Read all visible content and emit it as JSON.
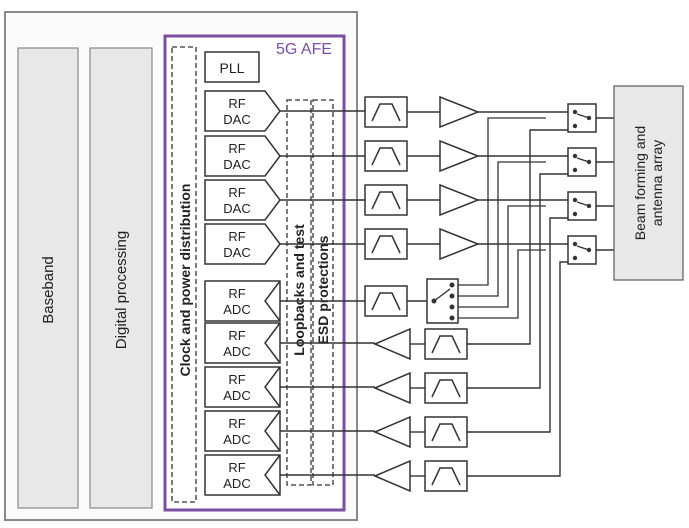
{
  "labels": {
    "baseband": "Baseband",
    "digital_processing": "Digital processing",
    "afe_title": "5G AFE",
    "pll": "PLL",
    "clock_distribution": "Clock and power distribution",
    "loopbacks": "Loopbacks and test",
    "esd": "ESD protections",
    "beam_line1": "Beam forming and",
    "beam_line2": "antenna array"
  },
  "dac_blocks": [
    {
      "line1": "RF",
      "line2": "DAC"
    },
    {
      "line1": "RF",
      "line2": "DAC"
    },
    {
      "line1": "RF",
      "line2": "DAC"
    },
    {
      "line1": "RF",
      "line2": "DAC"
    }
  ],
  "adc_blocks": [
    {
      "line1": "RF",
      "line2": "ADC"
    },
    {
      "line1": "RF",
      "line2": "ADC"
    },
    {
      "line1": "RF",
      "line2": "ADC"
    },
    {
      "line1": "RF",
      "line2": "ADC"
    },
    {
      "line1": "RF",
      "line2": "ADC"
    }
  ],
  "colors": {
    "afe_border": "#7a4fa3",
    "afe_title": "#7a4fa3",
    "outer_border": "#888888",
    "block_fill": "#e8e8e8",
    "line": "#333333"
  }
}
